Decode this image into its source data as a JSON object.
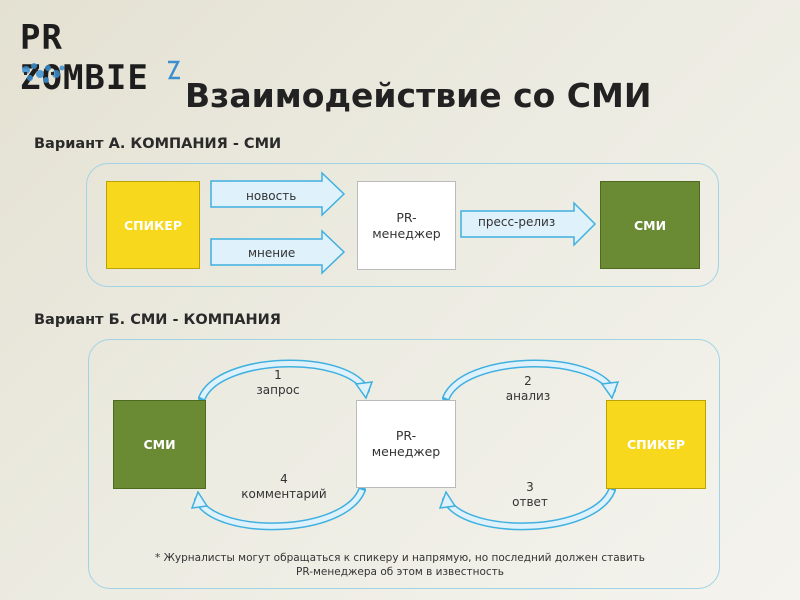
{
  "logo": {
    "text": "PR ZOMBIE"
  },
  "title": "Взаимодействие со СМИ",
  "variant_a": {
    "heading": "Вариант А. КОМПАНИЯ - СМИ",
    "speaker": "СПИКЕР",
    "manager_line1": "PR-",
    "manager_line2": "менеджер",
    "media": "СМИ",
    "arrow_news": "новость",
    "arrow_opinion": "мнение",
    "arrow_press": "пресс-релиз"
  },
  "variant_b": {
    "heading": "Вариант Б. СМИ - КОМПАНИЯ",
    "media": "СМИ",
    "manager_line1": "PR-",
    "manager_line2": "менеджер",
    "speaker": "СПИКЕР",
    "step1_num": "1",
    "step1_label": "запрос",
    "step2_num": "2",
    "step2_label": "анализ",
    "step3_num": "3",
    "step3_label": "ответ",
    "step4_num": "4",
    "step4_label": "комментарий"
  },
  "footnote": {
    "line1": "* Журналисты могут обращаться к спикеру и напрямую, но последний должен ставить",
    "line2": "PR-менеджера об  этом в известность"
  },
  "colors": {
    "yellow": "#f8d81c",
    "green": "#6a8a34",
    "panel_border": "#9fd3e6",
    "arrow_fill": "#dff1fa",
    "arrow_stroke": "#3fb0e0"
  }
}
